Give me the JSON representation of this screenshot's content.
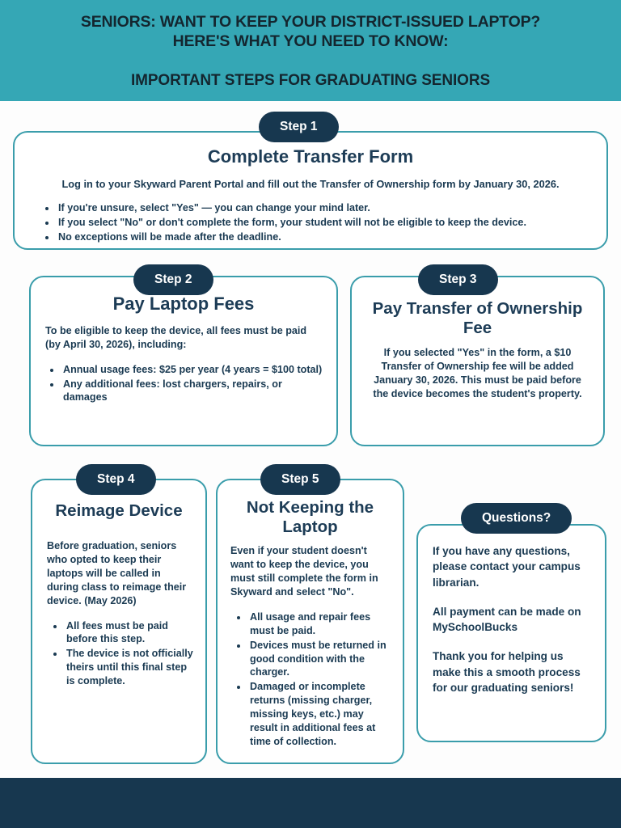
{
  "colors": {
    "header_band": "#35a7b5",
    "footer_band": "#17374f",
    "card_border": "#3a9dab",
    "pill_background": "#17374f",
    "text_navy": "#1a3a52",
    "page_background": "#fdfdfd"
  },
  "header": {
    "title_line1": "SENIORS: WANT TO KEEP YOUR DISTRICT-ISSUED LAPTOP?",
    "title_line2": "HERE'S WHAT YOU NEED TO KNOW:",
    "subtitle": "IMPORTANT STEPS FOR GRADUATING SENIORS"
  },
  "steps": [
    {
      "badge": "Step 1",
      "title": "Complete Transfer Form",
      "intro": "Log in to your Skyward Parent Portal and fill out the Transfer of Ownership form by January 30, 2026.",
      "bullets": [
        "If you're unsure, select \"Yes\" — you can change your mind later.",
        "If you select \"No\" or don't complete the form, your student will not be eligible to keep the device.",
        "No exceptions will be made after the deadline."
      ]
    },
    {
      "badge": "Step 2",
      "title": "Pay Laptop Fees",
      "intro": "To be eligible to keep the device, all fees must be paid (by April 30, 2026), including:",
      "bullets": [
        "Annual usage fees: $25 per year (4 years = $100 total)",
        "Any additional fees: lost chargers, repairs, or damages"
      ]
    },
    {
      "badge": "Step 3",
      "title": "Pay Transfer of Ownership Fee",
      "intro": "If you selected \"Yes\" in the form, a $10 Transfer of Ownership fee will be added January 30, 2026. This must be paid before the device becomes the student's property.",
      "bullets": []
    },
    {
      "badge": "Step 4",
      "title": "Reimage Device",
      "intro": "Before graduation, seniors who opted to keep their laptops will be called in during class to reimage their device. (May 2026)",
      "bullets": [
        "All fees must be paid before this step.",
        "The device is not officially theirs until this final step is complete."
      ]
    },
    {
      "badge": "Step 5",
      "title": "Not Keeping the Laptop",
      "intro": "Even if your student doesn't want to keep the device, you must still complete the form in Skyward and select \"No\".",
      "bullets": [
        "All usage and repair fees must be paid.",
        "Devices must be returned in good condition with the charger.",
        "Damaged or incomplete returns (missing charger, missing keys, etc.) may result in additional fees at time of collection."
      ]
    }
  ],
  "questions": {
    "badge": "Questions?",
    "paragraph1": "If you have any questions, please contact your campus librarian.",
    "paragraph2": "All payment can be made on MySchoolBucks",
    "paragraph3": " Thank you for helping us make this a smooth process for our graduating seniors!"
  }
}
